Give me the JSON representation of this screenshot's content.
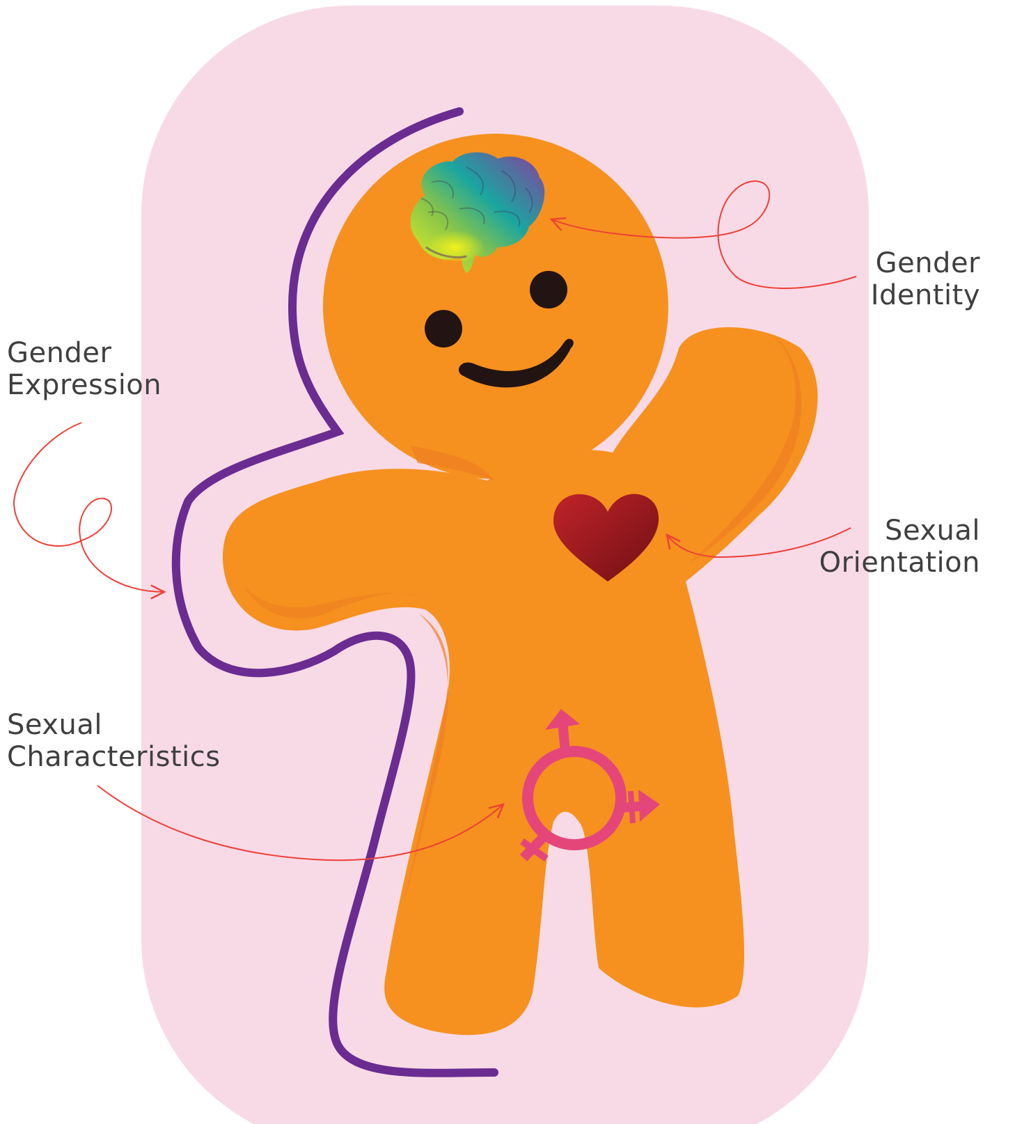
{
  "labels": {
    "gender_identity": {
      "line1": "Gender",
      "line2": "Identity"
    },
    "gender_expression": {
      "line1": "Gender",
      "line2": "Expression"
    },
    "sexual_orientation": {
      "line1": "Sexual",
      "line2": "Orientation"
    },
    "sexual_characteristics": {
      "line1": "Sexual",
      "line2": "Characteristics"
    }
  },
  "icons": [
    "brain-icon",
    "heart-icon",
    "transgender-symbol-icon"
  ],
  "colors": {
    "background_panel": "#f8dae7",
    "body": "#f6911f",
    "body_shadow": "#ef7d22",
    "outline": "#6a2c91",
    "arrow": "#ee4036",
    "heart": "#9c1a1f",
    "symbol": "#e5467a",
    "face": "#231414",
    "label_text": "#3f3f3f"
  }
}
